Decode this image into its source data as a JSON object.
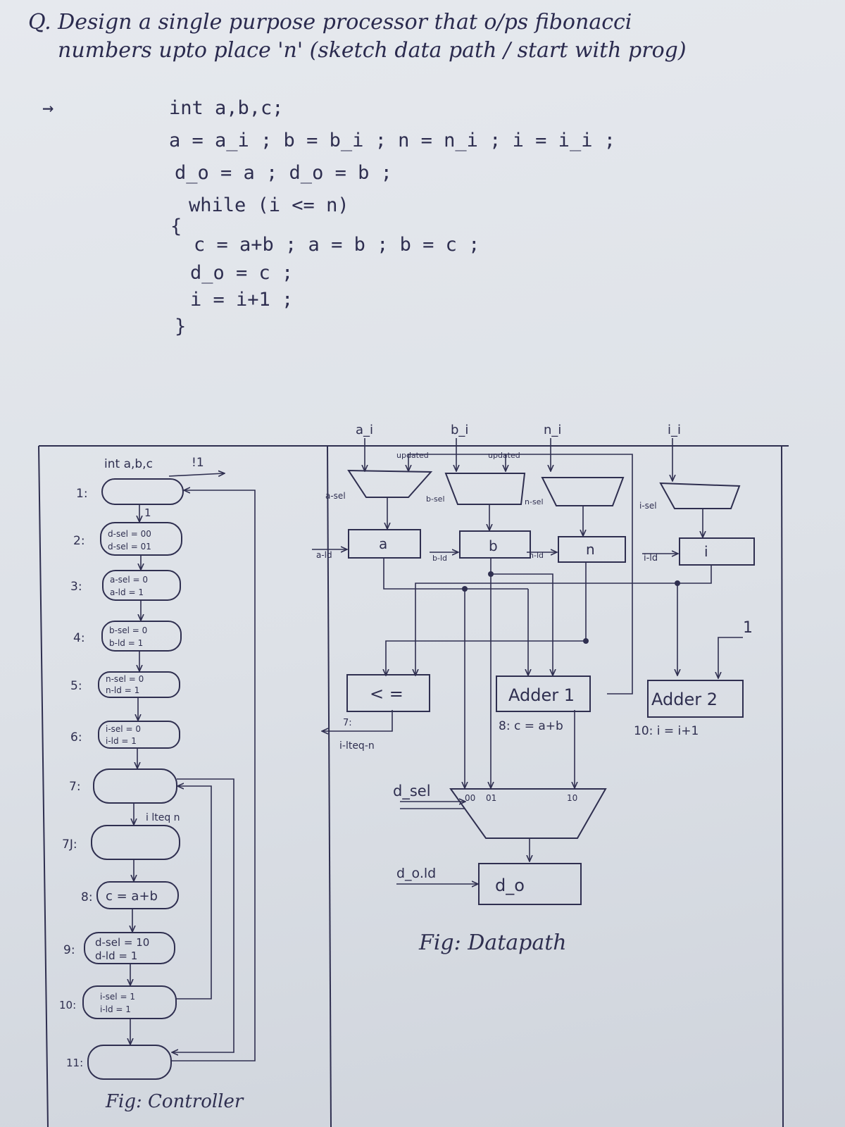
{
  "question": {
    "line1": "Q. Design a single purpose processor that o/ps fibonacci",
    "line2": "numbers upto place 'n' (sketch data path / start with prog)"
  },
  "code": {
    "arrow": "→",
    "lines": [
      "int a,b,c;",
      "a = a_i ; b = b_i ; n = n_i ; i = i_i ;",
      "d_o = a ; d_o = b ;",
      "while (i <= n)",
      "{",
      "c = a+b ; a = b ; b = c ;",
      "d_o = c ;",
      "i = i+1 ;",
      "}"
    ]
  },
  "controller": {
    "caption": "Fig: Controller",
    "header": "int a,b,c",
    "exit_label": "!1",
    "true_label": "1",
    "cond_label": "i lteq n",
    "states": [
      {
        "num": "1:",
        "l1": "",
        "l2": ""
      },
      {
        "num": "2:",
        "l1": "d-sel = 00",
        "l2": "d-sel = 01"
      },
      {
        "num": "3:",
        "l1": "a-sel = 0",
        "l2": "a-ld = 1"
      },
      {
        "num": "4:",
        "l1": "b-sel = 0",
        "l2": "b-ld = 1"
      },
      {
        "num": "5:",
        "l1": "n-sel = 0",
        "l2": "n-ld = 1"
      },
      {
        "num": "6:",
        "l1": "i-sel = 0",
        "l2": "i-ld = 1"
      },
      {
        "num": "7:",
        "l1": "",
        "l2": ""
      },
      {
        "num": "7J:",
        "l1": "",
        "l2": ""
      },
      {
        "num": "8:",
        "l1": "c = a+b",
        "l2": ""
      },
      {
        "num": "9:",
        "l1": "d-sel = 10",
        "l2": "d-ld = 1"
      },
      {
        "num": "10:",
        "l1": "i-sel = 1",
        "l2": "i-ld = 1"
      },
      {
        "num": "11:",
        "l1": "",
        "l2": ""
      }
    ]
  },
  "datapath": {
    "caption": "Fig: Datapath",
    "inputs": [
      "a_i",
      "b_i",
      "n_i",
      "i_i"
    ],
    "updated": "updated",
    "sels": [
      "a-sel",
      "b-sel",
      "n-sel",
      "i-sel"
    ],
    "lds": [
      "a-ld",
      "b-ld",
      "n-ld",
      "i-ld"
    ],
    "regs": [
      "a",
      "b",
      "n",
      "i"
    ],
    "comparator": "< =",
    "comp_out_num": "7:",
    "comp_out": "i-lteq-n",
    "adder1": "Adder 1",
    "adder1_note": "8: c = a+b",
    "adder2": "Adder 2",
    "adder2_note": "10: i = i+1",
    "const_one": "1",
    "dsel": "d_sel",
    "mux_labels": [
      "00",
      "01",
      "10"
    ],
    "dold": "d_o.ld",
    "out_reg": "d_o"
  },
  "colors": {
    "ink": "#2f2f50",
    "paper": "#dfe3e9"
  }
}
